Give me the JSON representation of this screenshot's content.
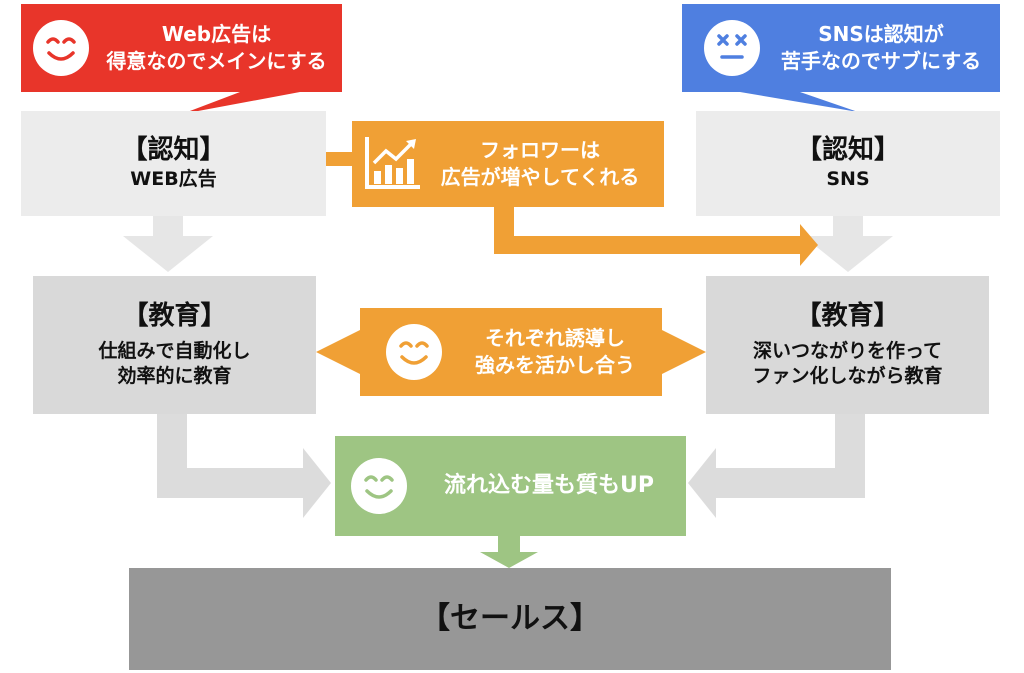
{
  "callouts": {
    "left": {
      "line1": "Web広告は",
      "line2": "得意なのでメインにする",
      "color": "#e8352a",
      "icon": "smile-face-icon"
    },
    "right": {
      "line1": "SNSは認知が",
      "line2": "苦手なのでサブにする",
      "color": "#4f7fe0",
      "icon": "dizzy-face-icon"
    }
  },
  "awareness": {
    "left": {
      "title": "【認知】",
      "sub": "WEB広告"
    },
    "right": {
      "title": "【認知】",
      "sub": "SNS"
    }
  },
  "followers": {
    "line1": "フォロワーは",
    "line2": "広告が増やしてくれる",
    "color": "#f0a035",
    "icon": "growth-chart-icon"
  },
  "education": {
    "left": {
      "title": "【教育】",
      "line1": "仕組みで自動化し",
      "line2": "効率的に教育"
    },
    "right": {
      "title": "【教育】",
      "line1": "深いつながりを作って",
      "line2": "ファン化しながら教育"
    }
  },
  "mutual": {
    "line1": "それぞれ誘導し",
    "line2": "強みを活かし合う",
    "color": "#f0a035",
    "icon": "smile-face-icon"
  },
  "inflow": {
    "text": "流れ込む量も質もUP",
    "color": "#9ec583",
    "icon": "smile-face-icon"
  },
  "sales": {
    "title": "【セールス】"
  }
}
